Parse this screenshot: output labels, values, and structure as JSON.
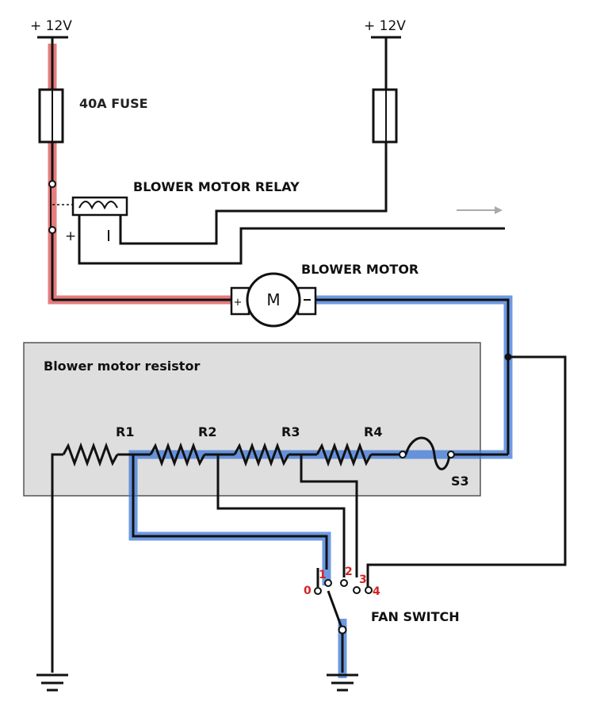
{
  "supply_left": "+ 12V",
  "supply_right": "+ 12V",
  "fuse_label": "40A FUSE",
  "relay_label": "BLOWER MOTOR RELAY",
  "relay_pin_plus": "+",
  "relay_pin_minus": "-",
  "motor_label": "BLOWER MOTOR",
  "motor_symbol": "M",
  "motor_pin_plus": "+",
  "motor_pin_minus": "-",
  "resistor_block_label": "Blower motor resistor",
  "resistors": [
    "R1",
    "R2",
    "R3",
    "R4"
  ],
  "thermal_fuse_label": "S3",
  "fan_switch_label": "FAN SWITCH",
  "switch_positions": [
    "0",
    "1",
    "2",
    "3",
    "4"
  ],
  "colors": {
    "power_path": "#e06666",
    "current_path": "#3c78d8",
    "resistor_block": "#dedede",
    "position_labels": "#d32424",
    "arrow": "#aaaaaa"
  }
}
